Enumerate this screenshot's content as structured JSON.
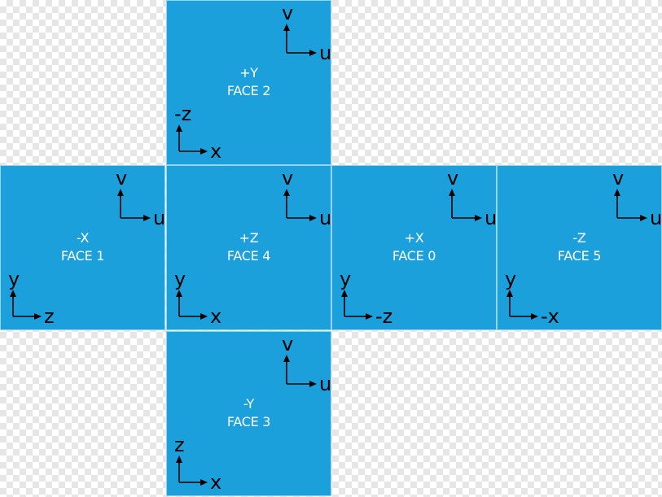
{
  "colors": {
    "face": "#1ca0dc",
    "checker": "#e6e6e6"
  },
  "faces": [
    {
      "id": "pos-y",
      "name": "+Y",
      "label": "FACE 2",
      "uv": [
        "v",
        "u"
      ],
      "xy": [
        "-z",
        "x"
      ]
    },
    {
      "id": "neg-x",
      "name": "-X",
      "label": "FACE 1",
      "uv": [
        "v",
        "u"
      ],
      "xy": [
        "y",
        "z"
      ]
    },
    {
      "id": "pos-z",
      "name": "+Z",
      "label": "FACE 4",
      "uv": [
        "v",
        "u"
      ],
      "xy": [
        "y",
        "x"
      ]
    },
    {
      "id": "pos-x",
      "name": "+X",
      "label": "FACE 0",
      "uv": [
        "v",
        "u"
      ],
      "xy": [
        "y",
        "-z"
      ]
    },
    {
      "id": "neg-z",
      "name": "-Z",
      "label": "FACE 5",
      "uv": [
        "v",
        "u"
      ],
      "xy": [
        "y",
        "-x"
      ]
    },
    {
      "id": "neg-y",
      "name": "-Y",
      "label": "FACE 3",
      "uv": [
        "v",
        "u"
      ],
      "xy": [
        "z",
        "x"
      ]
    }
  ]
}
